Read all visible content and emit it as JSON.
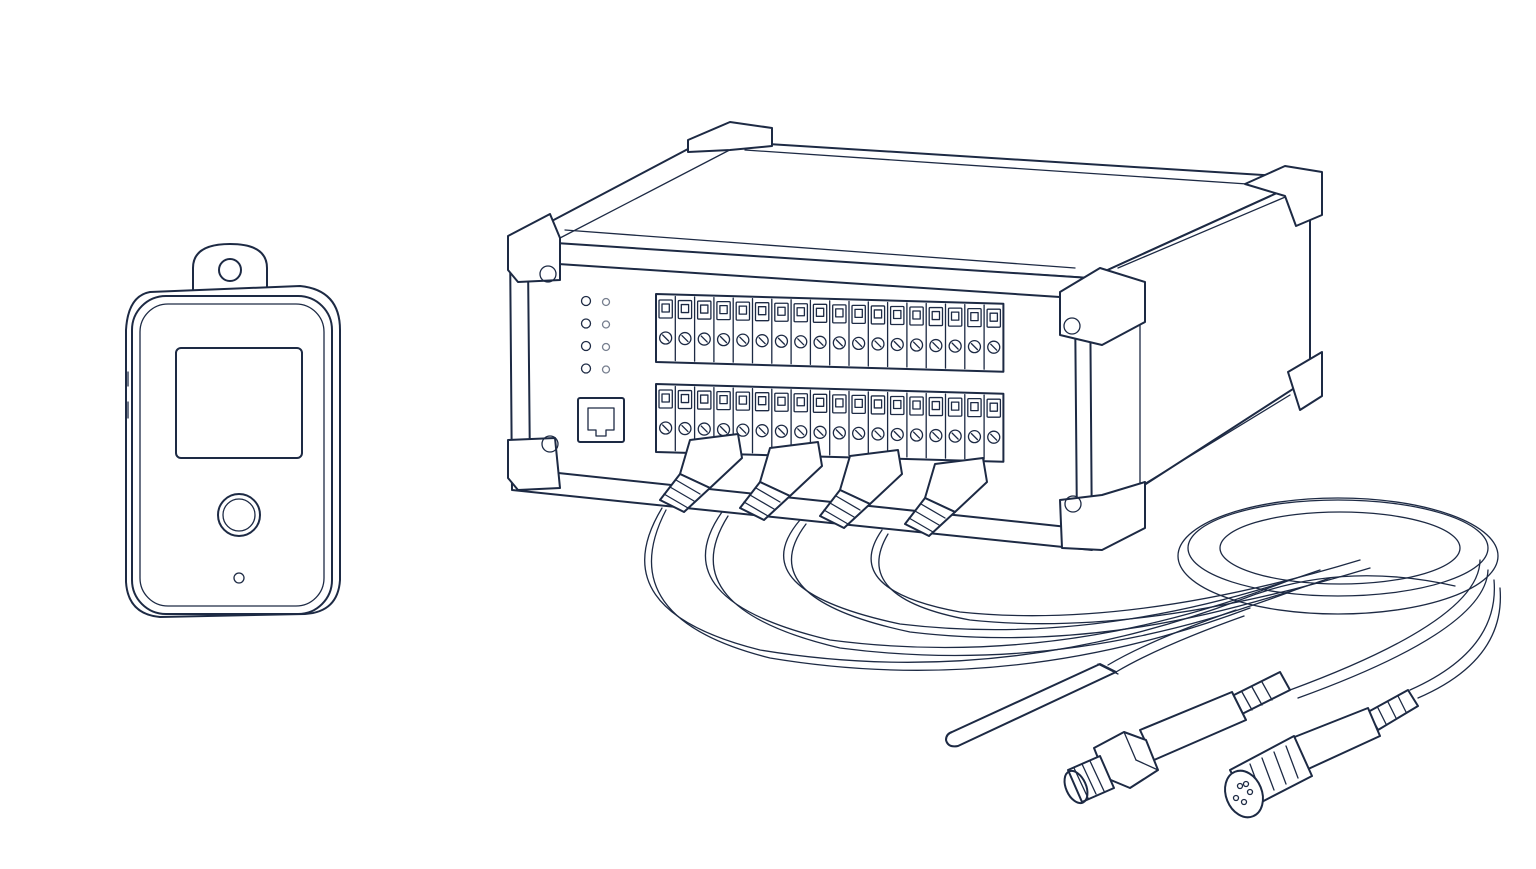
{
  "colors": {
    "ink": "#1d2a44",
    "background": "#ffffff"
  },
  "devices": {
    "handheld_logger": {
      "icon": "handheld-data-logger-icon"
    },
    "multichannel_logger": {
      "icon": "multichannel-data-logger-icon",
      "status_led_count": 4,
      "terminal_rows": 2,
      "terminals_per_row": 18,
      "connected_probe_cables": 4
    },
    "probes": [
      {
        "icon": "rod-temperature-probe-icon"
      },
      {
        "icon": "threaded-pressure-probe-icon"
      },
      {
        "icon": "vented-humidity-probe-icon"
      }
    ]
  }
}
